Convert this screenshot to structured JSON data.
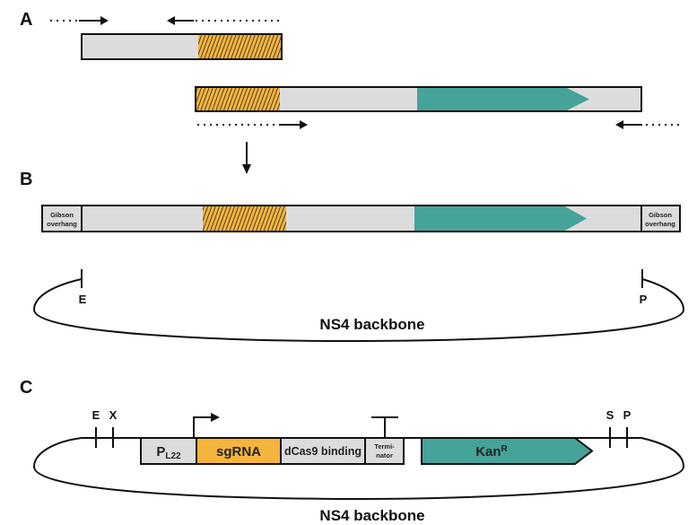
{
  "figure": {
    "panels": {
      "A": {
        "label": "A",
        "fragments": [
          "upstream homology fragment (grey + hatched overlap)",
          "downstream fragment (hatched overlap + grey + teal gene arrow)"
        ],
        "primers": [
          "forward primer",
          "reverse primer",
          "forward primer",
          "reverse primer"
        ]
      },
      "B": {
        "label": "B",
        "gibson_left": "Gibson overhang",
        "gibson_right": "Gibson overhang",
        "site_left": "E",
        "site_right": "P",
        "backbone": "NS4 backbone"
      },
      "C": {
        "label": "C",
        "sites_left": [
          "E",
          "X"
        ],
        "sites_right": [
          "S",
          "P"
        ],
        "promoter_main": "P",
        "promoter_sub": "L22",
        "sgrna": "sgRNA",
        "dcas9": "dCas9 binding",
        "terminator_line1": "Termi-",
        "terminator_line2": "nator",
        "kan_main": "Kan",
        "kan_sup": "R",
        "backbone": "NS4 backbone"
      }
    },
    "colors": {
      "grey": "#dcdcdd",
      "teal": "#45a39a",
      "orange": "#f5b43c",
      "ink": "#111111"
    }
  }
}
